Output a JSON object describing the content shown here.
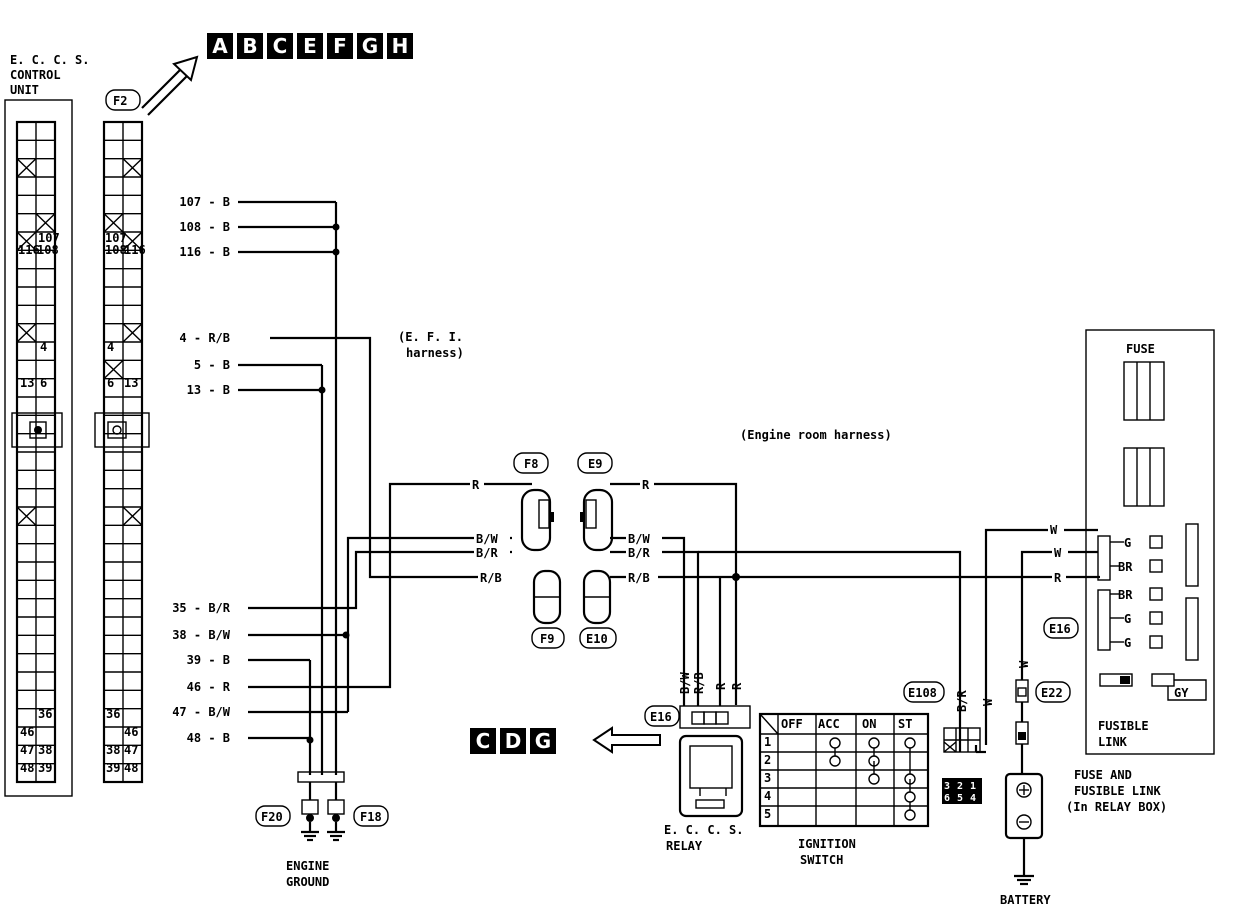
{
  "ecu": {
    "title_lines": [
      "E. C. C. S.",
      "CONTROL",
      "UNIT"
    ],
    "connector_id": "F2"
  },
  "nav_letters_top": [
    "A",
    "B",
    "C",
    "E",
    "F",
    "G",
    "H"
  ],
  "nav_letters_bottom": [
    "C",
    "D",
    "G"
  ],
  "ecu_pin_labels": {
    "l107": "107",
    "l116": "116",
    "l108": "108",
    "l4": "4",
    "l13": "13",
    "l6": "6",
    "l36": "36",
    "l46": "46",
    "l47": "47",
    "l38": "38",
    "l48": "48",
    "l39": "39"
  },
  "wires_left": [
    {
      "label": "107 - B"
    },
    {
      "label": "108 - B"
    },
    {
      "label": "116 - B"
    },
    {
      "label": "4 - R/B"
    },
    {
      "label": "5 - B"
    },
    {
      "label": "13 - B"
    },
    {
      "label": "35 - B/R"
    },
    {
      "label": "38 - B/W"
    },
    {
      "label": "39 - B"
    },
    {
      "label": "46 - R"
    },
    {
      "label": "47 - B/W"
    },
    {
      "label": "48 - B"
    }
  ],
  "harness_labels": {
    "efi": [
      "(E. F. I.",
      "harness)"
    ],
    "engine_room": "(Engine room harness)"
  },
  "connectors": {
    "f8": "F8",
    "e9": "E9",
    "f9": "F9",
    "e10": "E10",
    "f20": "F20",
    "f18": "F18",
    "e16a": "E16",
    "e16b": "E16",
    "e108": "E108",
    "e22": "E22"
  },
  "wire_colors": {
    "r": "R",
    "bw": "B/W",
    "br": "B/R",
    "rb": "R/B",
    "w": "W",
    "g": "G",
    "brn": "BR",
    "gy": "GY"
  },
  "ignition_switch": {
    "header": [
      "OFF",
      "ACC",
      "ON",
      "ST"
    ],
    "rows": [
      "1",
      "2",
      "3",
      "4",
      "5"
    ]
  },
  "e108_pins": [
    "3",
    "2",
    "1",
    "6",
    "5",
    "4"
  ],
  "captions": {
    "engine_ground": [
      "ENGINE",
      "GROUND"
    ],
    "eccs_relay": [
      "E. C. C. S.",
      "RELAY"
    ],
    "ignition_switch": [
      "IGNITION",
      "SWITCH"
    ],
    "fuse": "FUSE",
    "fusible_link": [
      "FUSIBLE",
      "LINK"
    ],
    "fuse_box": [
      "FUSE AND",
      "FUSIBLE LINK",
      "(In RELAY BOX)"
    ],
    "battery": "BATTERY"
  }
}
